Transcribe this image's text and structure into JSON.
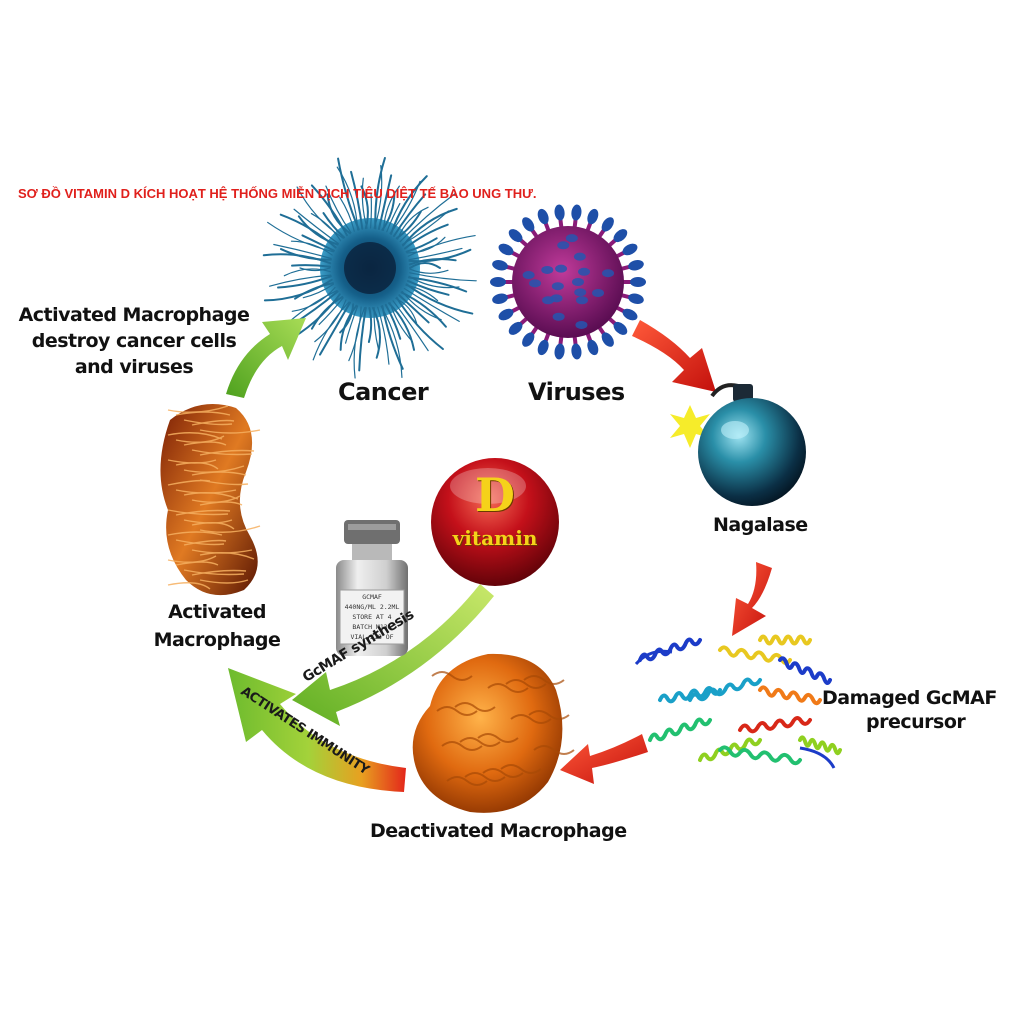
{
  "title": "SƠ ĐỒ VITAMIN D KÍCH HOẠT HỆ THỐNG MIỄN DỊCH TIÊU DIỆT TẾ BÀO UNG THƯ.",
  "nodes": {
    "cancer": "Cancer",
    "viruses": "Viruses",
    "nagalase": "Nagalase",
    "damaged_precursor": [
      "Damaged GcMAF",
      "precursor"
    ],
    "deactivated_macrophage": "Deactivated Macrophage",
    "activated_macrophage": [
      "Activated",
      "Macrophage"
    ],
    "destroy_caption": [
      "Activated Macrophage",
      "destroy cancer cells",
      "and viruses"
    ]
  },
  "vitamin_ball": {
    "letter": "D",
    "word": "vitamin"
  },
  "vial": {
    "lines": [
      "GCMAF",
      "440NG/ML 2.2ML",
      "STORE AT 4",
      "BATCH M131",
      "VIAL 218 OF"
    ]
  },
  "arrows": {
    "synthesis": "GcMAF synthesis",
    "immunity": "ACTIVATES IMMUNITY"
  },
  "colors": {
    "title": "#e0201c",
    "red_arrow": "#e8211b",
    "green_arrow": "#7cc43a",
    "vitamin_ball": "#c4101a",
    "vitamin_letter": "#f5d21a"
  }
}
